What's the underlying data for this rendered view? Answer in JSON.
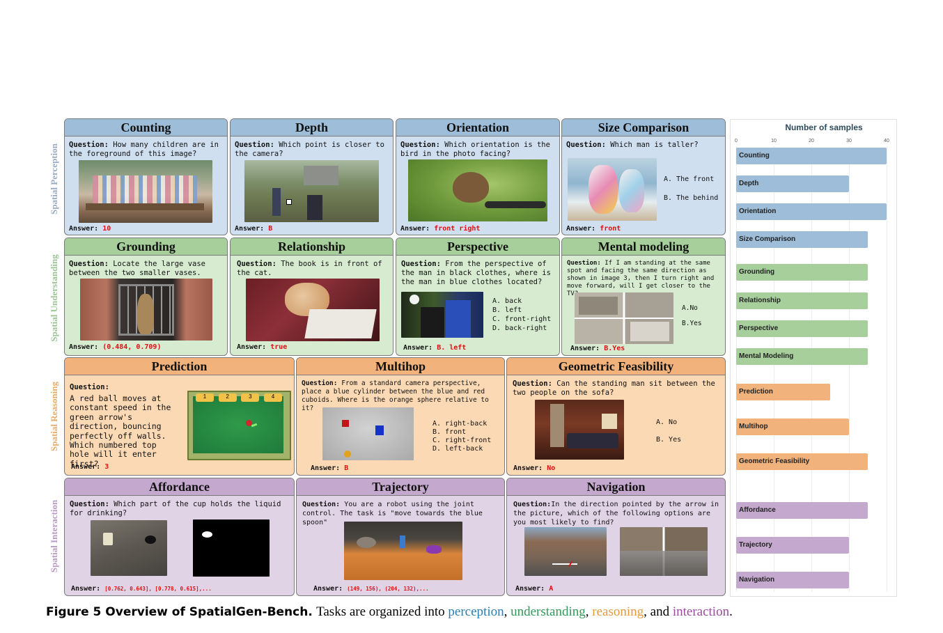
{
  "row_labels": {
    "perception": "Spatial Perception",
    "understanding": "Spatial Understanding",
    "reasoning": "Spatial Reasoning",
    "interaction": "Spatial Interaction"
  },
  "common": {
    "question": "Question:",
    "answer": "Answer:"
  },
  "cards": {
    "counting": {
      "title": "Counting",
      "question": "How many children are in the foreground of this image?",
      "answer": "10"
    },
    "depth": {
      "title": "Depth",
      "question": "Which point is closer to the camera?",
      "answer": "B"
    },
    "orientation": {
      "title": "Orientation",
      "question": "Which orientation is the bird in the photo facing?",
      "answer": "front right"
    },
    "size": {
      "title": "Size Comparison",
      "question": "Which man is taller?",
      "options": [
        "A. The front",
        "B. The behind"
      ],
      "answer": "front"
    },
    "grounding": {
      "title": "Grounding",
      "question": "Locate the large vase between the two smaller vases.",
      "answer": "(0.484, 0.709)"
    },
    "relationship": {
      "title": "Relationship",
      "question": "The book is in front of the cat.",
      "answer": "true"
    },
    "perspective": {
      "title": "Perspective",
      "question": "From the perspective of the man in black clothes, where is the man in blue clothes located?",
      "options": [
        "A. back",
        "B. left",
        "C. front-right",
        "D. back-right"
      ],
      "answer": "B. left"
    },
    "mental": {
      "title": "Mental modeling",
      "question": "If I am standing at the same spot and facing the same direction as shown in image 3, then I turn right and move forward, will I get closer to the TV?",
      "options": [
        "A.No",
        "B.Yes"
      ],
      "answer": "B.Yes"
    },
    "prediction": {
      "title": "Prediction",
      "question": "A red ball moves at constant speed in the green arrow's direction, bouncing perfectly off walls. Which numbered top hole will it enter first?",
      "holes": [
        "1",
        "2",
        "3",
        "4"
      ],
      "answer": "3"
    },
    "multihop": {
      "title": "Multihop",
      "question": "From a standard camera perspective, place a blue cylinder between the blue and red cuboids. Where is the orange sphere relative to it?",
      "options": [
        "A. right-back",
        "B. front",
        "C. right-front",
        "D. left-back"
      ],
      "answer": "B"
    },
    "geometric": {
      "title": "Geometric Feasibility",
      "question": "Can the standing man sit between the two people on the sofa?",
      "options": [
        "A. No",
        "B. Yes"
      ],
      "answer": "No"
    },
    "affordance": {
      "title": "Affordance",
      "question": "Which part of the cup holds the liquid for drinking?",
      "answer": "[0.762, 0.643], [0.778, 0.615],..."
    },
    "trajectory": {
      "title": "Trajectory",
      "question": "You are a robot using the joint control. The task is \"move towards the blue spoon\"",
      "answer": "(149, 156), (204, 132),..."
    },
    "navigation": {
      "title": "Navigation",
      "question": "In the direction pointed by the arrow in the picture, which of the following options are you most likely to find?",
      "answer": "A"
    }
  },
  "chart_data": {
    "type": "bar",
    "orientation": "horizontal",
    "title": "Number of samples",
    "xlim": [
      0,
      40
    ],
    "xticks": [
      0,
      10,
      20,
      30,
      40
    ],
    "categories": [
      "Counting",
      "Depth",
      "Orientation",
      "Size Comparison",
      "Grounding",
      "Relationship",
      "Perspective",
      "Mental Modeling",
      "Prediction",
      "Multihop",
      "Geometric Feasibility",
      "Affordance",
      "Trajectory",
      "Navigation"
    ],
    "values": [
      40,
      30,
      40,
      35,
      35,
      35,
      35,
      35,
      25,
      30,
      35,
      35,
      30,
      30
    ],
    "groups": [
      "perception",
      "perception",
      "perception",
      "perception",
      "understanding",
      "understanding",
      "understanding",
      "understanding",
      "reasoning",
      "reasoning",
      "reasoning",
      "interaction",
      "interaction",
      "interaction"
    ],
    "colors": {
      "perception": "#9dbdd9",
      "understanding": "#a6cf9c",
      "reasoning": "#f1b27c",
      "interaction": "#c4a8cd"
    }
  },
  "caption": {
    "figure_label": "Figure 5  Overview of SpatialGen-Bench.",
    "text_before": "Tasks are organized into ",
    "perception": "perception",
    "sep1": ", ",
    "understanding": "understanding",
    "sep2": ", ",
    "reasoning": "reasoning",
    "sep3": ", and ",
    "interaction": "interaction",
    "end": ".",
    "colors": {
      "perception": "#2a7fb0",
      "understanding": "#2f9a5a",
      "reasoning": "#e59a3a",
      "interaction": "#9a4aa0"
    }
  }
}
